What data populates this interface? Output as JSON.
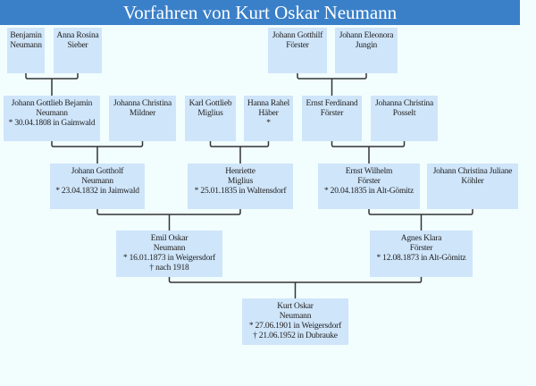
{
  "title": "Vorfahren von Kurt  Oskar Neumann",
  "persons": [
    {
      "id": "benjamin",
      "lines": [
        "Benjamin",
        "Neumann"
      ]
    },
    {
      "id": "anna",
      "lines": [
        "Anna Rosina",
        "Sieber"
      ]
    },
    {
      "id": "gotthilf",
      "lines": [
        "Johann Gotthilf",
        "Förster"
      ]
    },
    {
      "id": "eleonora",
      "lines": [
        "Johann Eleonora",
        "Jungin"
      ]
    },
    {
      "id": "jgb",
      "lines": [
        "Johann Gottlieb Bejamin",
        "Neumann",
        "* 30.04.1808 in Gaimwald"
      ]
    },
    {
      "id": "mildner",
      "lines": [
        "Johanna Christina",
        "Mildner"
      ]
    },
    {
      "id": "karl",
      "lines": [
        "Karl Gottlieb",
        "Miglius"
      ]
    },
    {
      "id": "hanna",
      "lines": [
        "Hanna Rahel",
        "Häber",
        "*"
      ]
    },
    {
      "id": "ernstf",
      "lines": [
        "Ernst Ferdinand",
        "Förster"
      ]
    },
    {
      "id": "posselt",
      "lines": [
        "Johanna Christina",
        "Posselt"
      ]
    },
    {
      "id": "gottholf",
      "lines": [
        "Johann Gottholf",
        "Neumann",
        "* 23.04.1832 in Jaimwald"
      ]
    },
    {
      "id": "henriette",
      "lines": [
        "Henriette",
        "Miglius",
        "* 25.01.1835 in Waltensdorf"
      ]
    },
    {
      "id": "ernstw",
      "lines": [
        "Ernst Wilhelm",
        "Förster",
        "* 20.04.1835 in Alt-Gömitz"
      ]
    },
    {
      "id": "koehler",
      "lines": [
        "Johann Christina Juliane",
        "Köhler"
      ]
    },
    {
      "id": "emil",
      "lines": [
        "Emil Oskar",
        "Neumann",
        "* 16.01.1873 in Weigersdorf",
        "† nach 1918"
      ]
    },
    {
      "id": "agnes",
      "lines": [
        "Agnes Klara",
        "Förster",
        "* 12.08.1873 in Alt-Gömitz"
      ]
    },
    {
      "id": "kurt",
      "lines": [
        "Kurt  Oskar",
        "Neumann",
        "* 27.06.1901 in Weigersdorf",
        "† 21.06.1952 in Dubrauke"
      ]
    }
  ],
  "colors": {
    "title_bg": "#3a80c9",
    "box_bg": "#cfe5fa",
    "page_bg": "#f2fefe",
    "line": "#333333"
  }
}
